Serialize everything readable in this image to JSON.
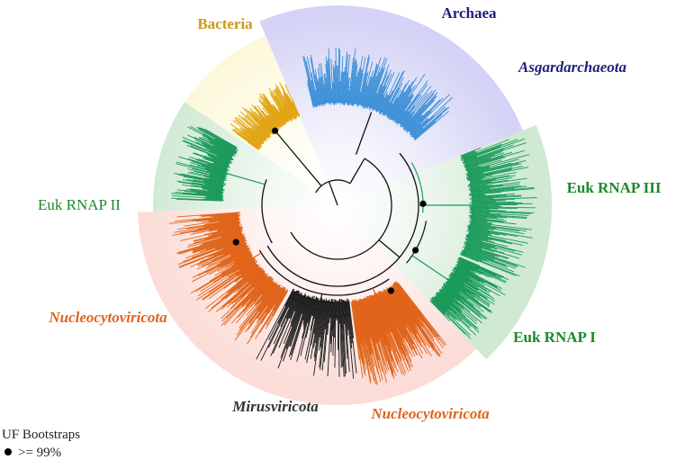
{
  "labels": {
    "bacteria": "Bacteria",
    "archaea": "Archaea",
    "asgard": "Asgardarchaeota",
    "euk3": "Euk RNAP III",
    "euk2": "Euk RNAP II",
    "euk1": "Euk RNAP I",
    "ncldv_left": "Nucleocytoviricota",
    "ncldv_bottom": "Nucleocytoviricota",
    "mirus": "Mirusviricota"
  },
  "legend": {
    "title": "UF Bootstraps",
    "entry": ">= 99%"
  },
  "colors": {
    "bacteria": "#e2a516",
    "bacteria_bg": "#fdf8d9",
    "archaea": "#3a8fd6",
    "archaea_bg": "#d4d3f5",
    "archaea_label": "#1f1f7a",
    "euk": "#1a9a5a",
    "euk_bg": "#cfe9d3",
    "euk_label": "#1b8a2a",
    "ncldv": "#e0641a",
    "ncldv_bg": "#fbdcd7",
    "mirus": "#1a1a1a",
    "mirus_label": "#333333"
  }
}
